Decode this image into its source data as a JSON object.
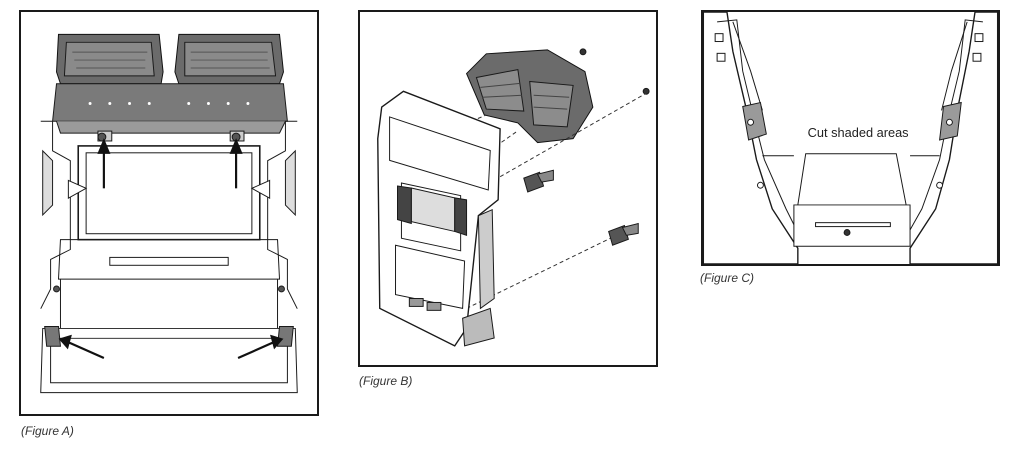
{
  "figures": {
    "a": {
      "caption": "(Figure A)"
    },
    "b": {
      "caption": "(Figure B)"
    },
    "c": {
      "caption": "(Figure C)",
      "callout": "Cut shaded areas"
    }
  },
  "colors": {
    "line": "#1a1a1a",
    "vent_fill": "#6b6b6b",
    "shade": "#9a9a9a"
  }
}
